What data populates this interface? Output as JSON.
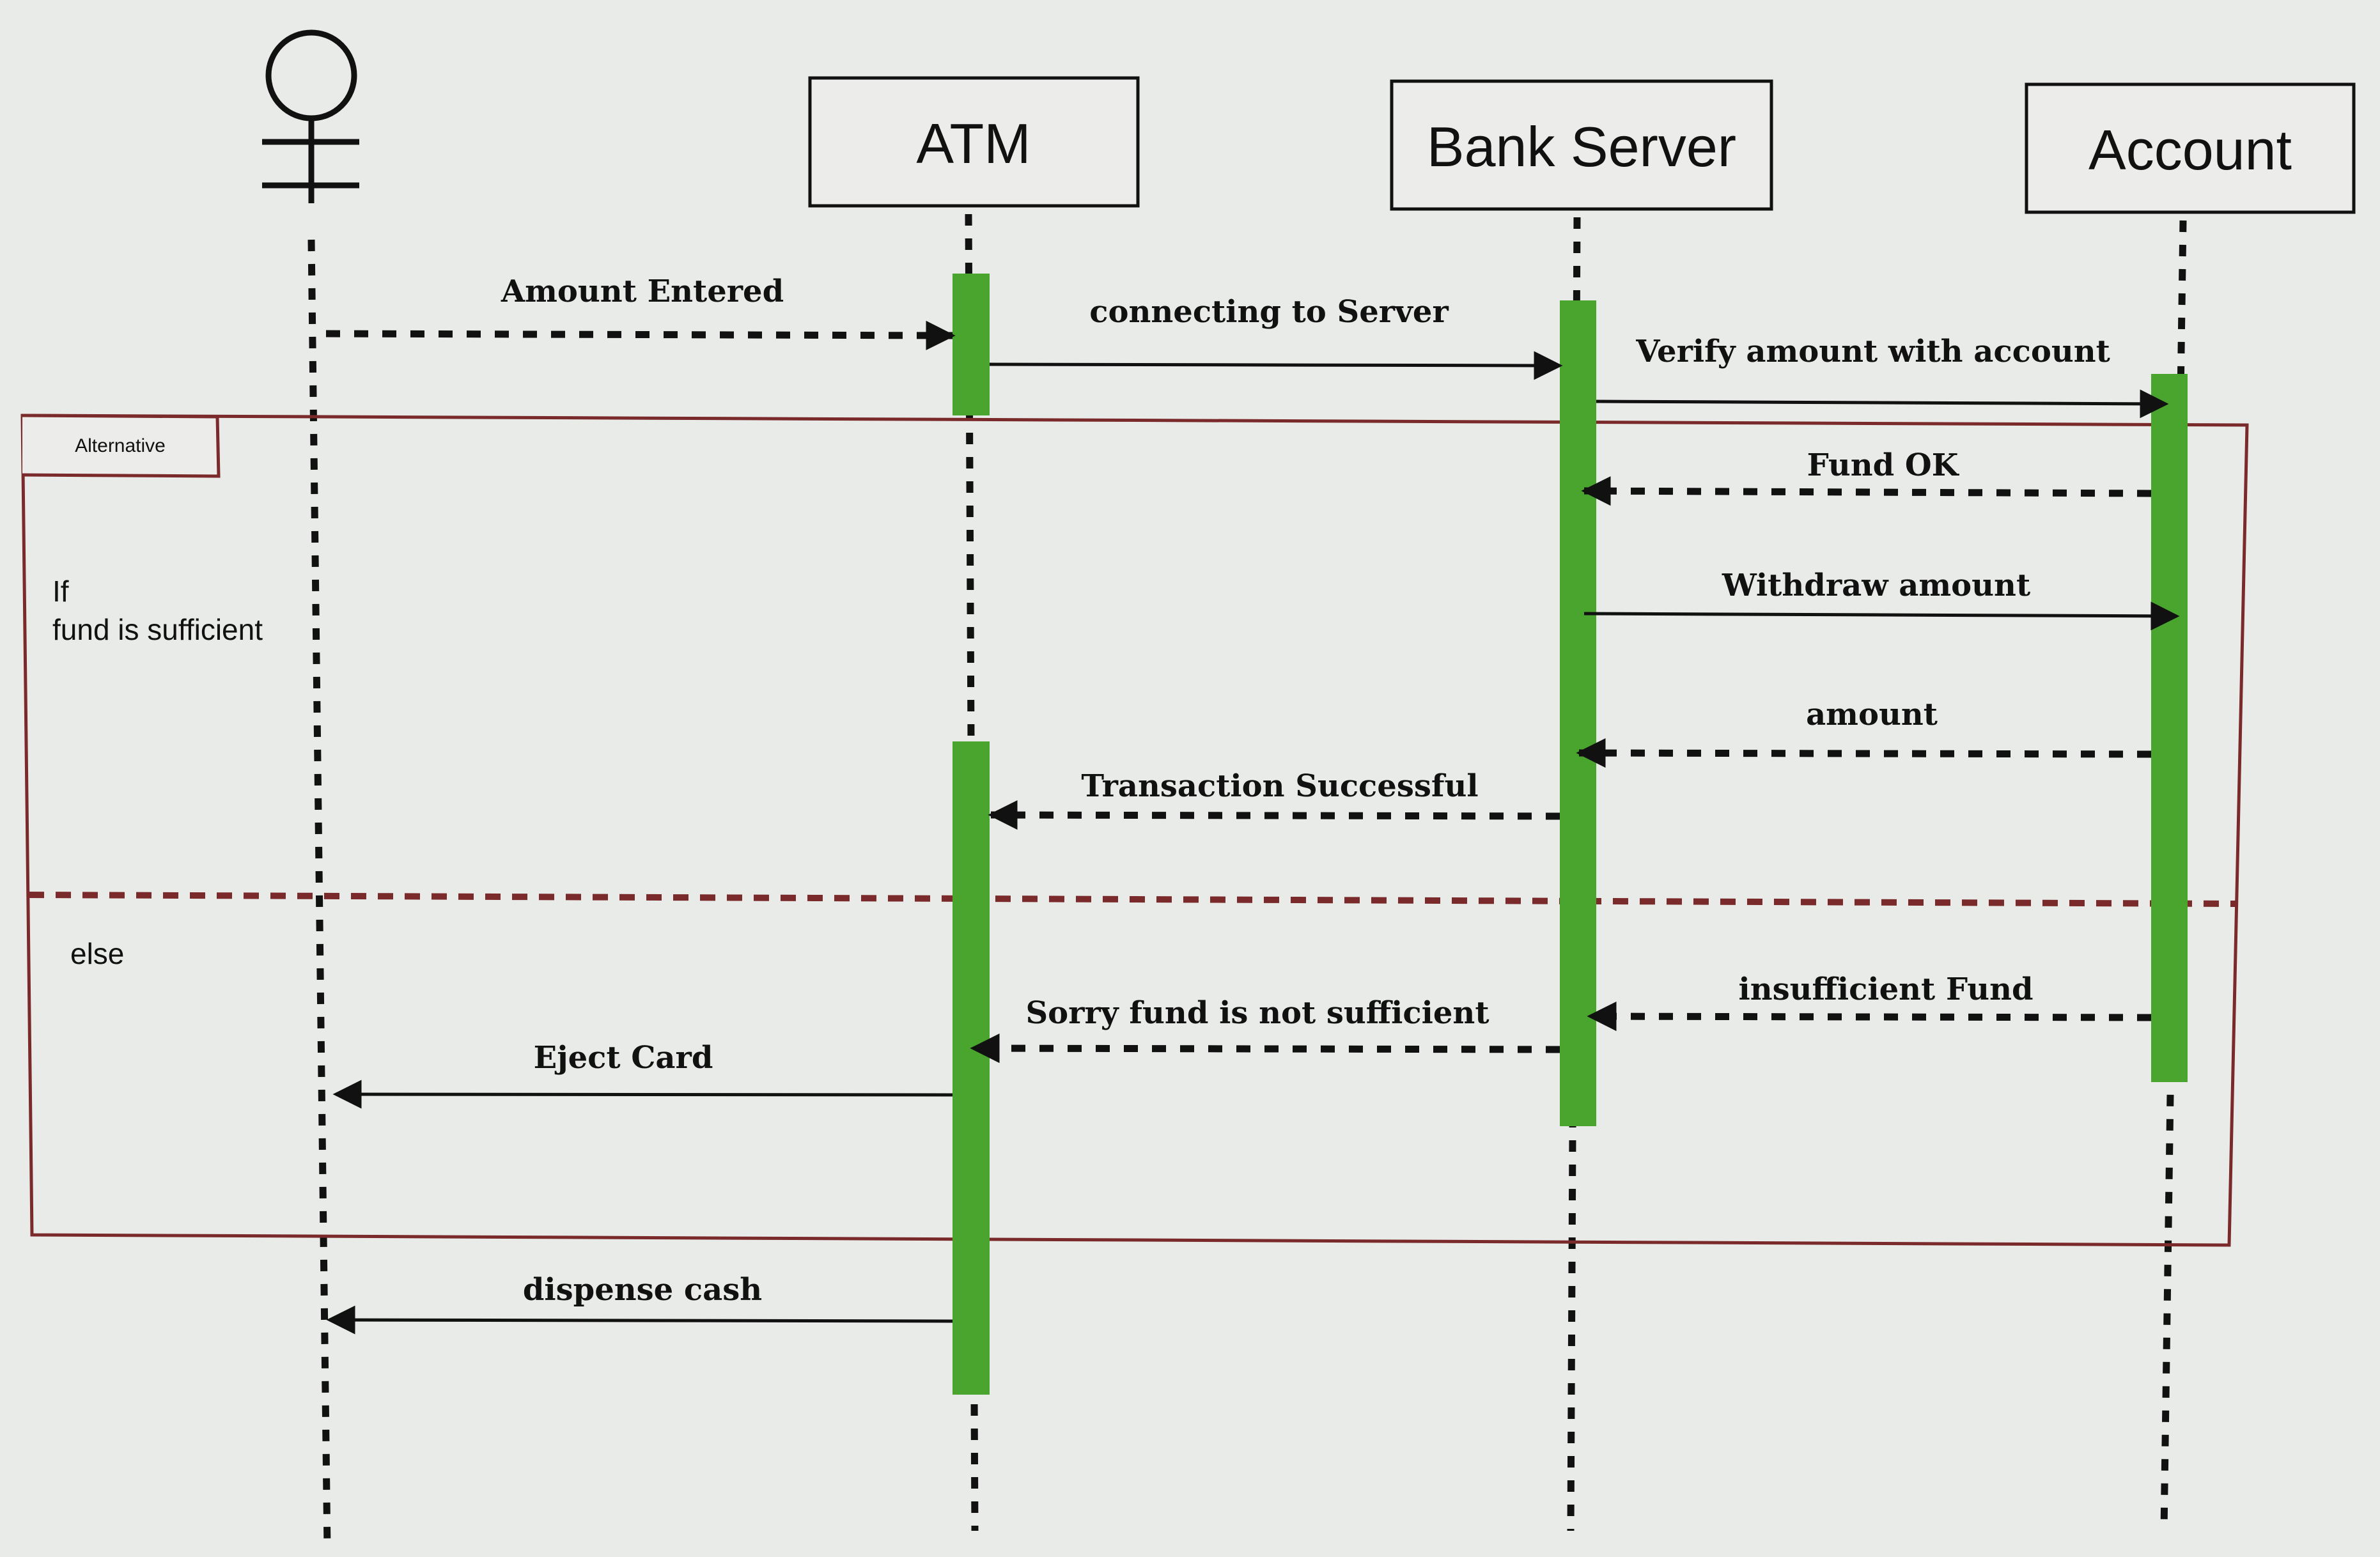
{
  "lifelines": {
    "atm": "ATM",
    "bank_server": "Bank Server",
    "account": "Account"
  },
  "fragment": {
    "tag": "Alternative",
    "guard_if_line1": "If",
    "guard_if_line2": "fund is sufficient",
    "guard_else": "else"
  },
  "messages": {
    "amount_entered": "Amount Entered",
    "connecting": "connecting to Server",
    "verify": "Verify amount with account",
    "fund_ok": "Fund OK",
    "withdraw": "Withdraw amount",
    "amount": "amount",
    "transaction_successful": "Transaction Successful",
    "insufficient_fund": "insufficient Fund",
    "sorry": "Sorry fund is not sufficient",
    "eject_card": "Eject Card",
    "dispense_cash": "dispense cash"
  },
  "colors": {
    "activation": "#4aa52e",
    "frame": "#7a2a2a",
    "line": "#111111"
  }
}
